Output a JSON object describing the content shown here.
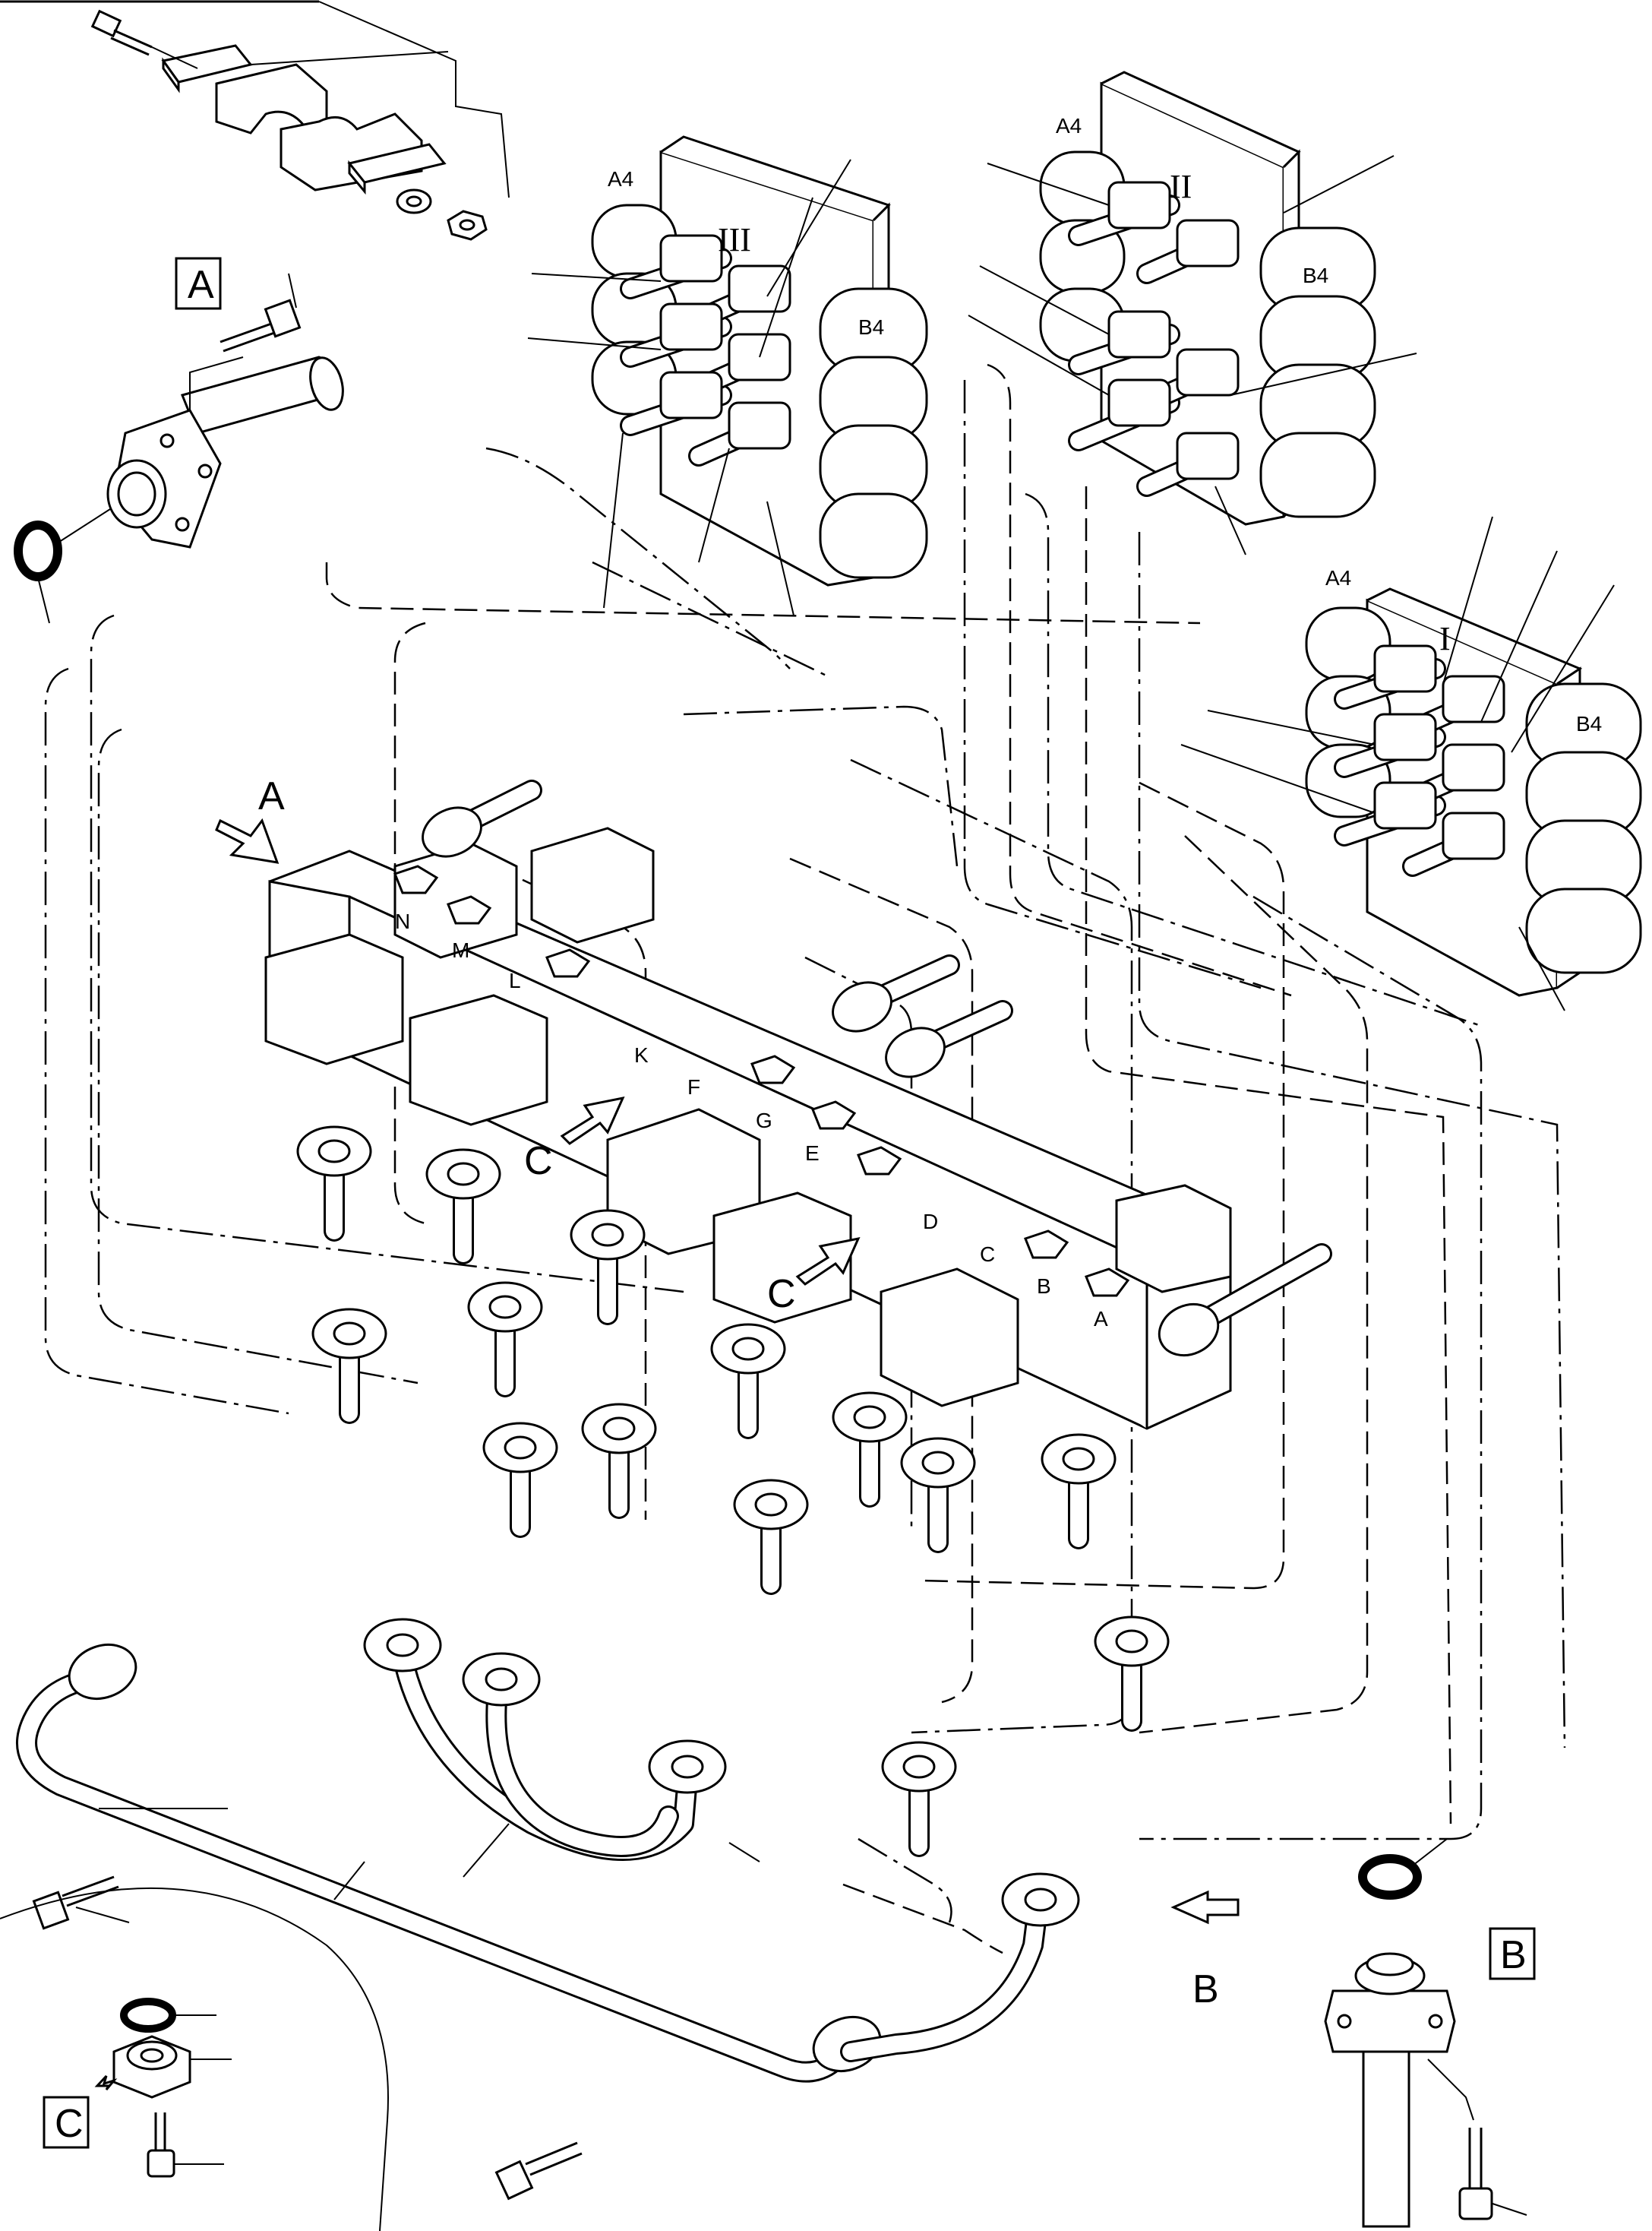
{
  "labels": {
    "detail_a_box": "A",
    "detail_a_arrow": "A",
    "detail_b_box": "B",
    "detail_b_arrow": "B",
    "detail_c_box": "C",
    "detail_c_arrow_1": "C",
    "detail_c_arrow_2": "C",
    "valve_iii": "III",
    "valve_ii": "II",
    "valve_i": "I",
    "port_a4_iii": "A4",
    "port_b4_iii": "B4",
    "port_a4_ii": "A4",
    "port_b4_ii": "B4",
    "port_a4_i": "A4",
    "port_b4_i": "B4",
    "manifold_letters": [
      "N",
      "M",
      "L",
      "K",
      "F",
      "G",
      "E",
      "D",
      "C",
      "B",
      "A"
    ]
  }
}
